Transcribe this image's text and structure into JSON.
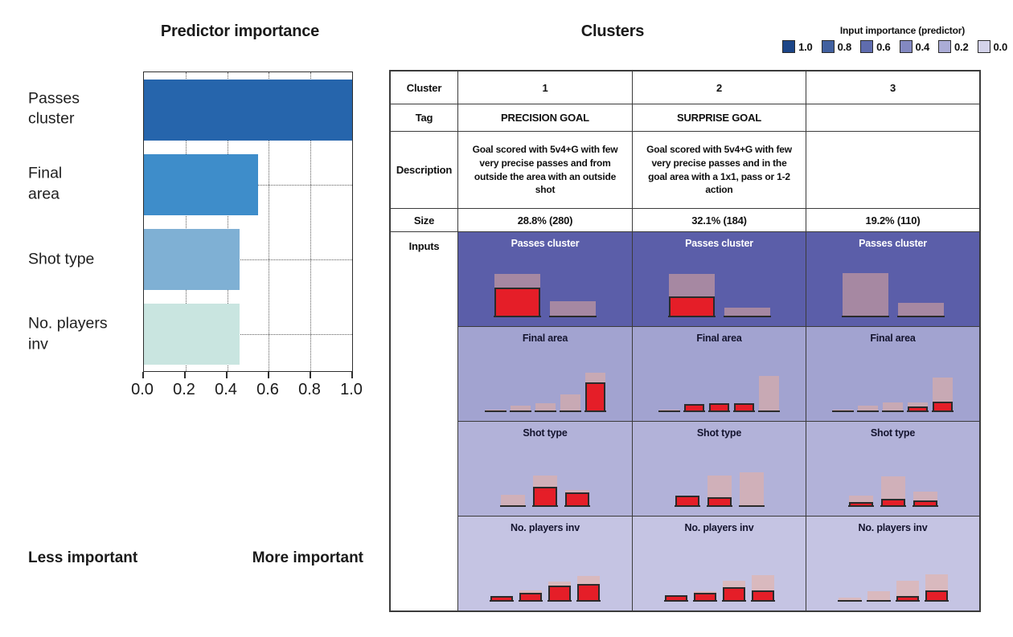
{
  "legend": {
    "title": "Input importance (predictor)",
    "entries": [
      {
        "label": "1.0",
        "color": "#1c4587"
      },
      {
        "label": "0.8",
        "color": "#41609f"
      },
      {
        "label": "0.6",
        "color": "#5f6cae"
      },
      {
        "label": "0.4",
        "color": "#8389c1"
      },
      {
        "label": "0.2",
        "color": "#abacd6"
      },
      {
        "label": "0.0",
        "color": "#d4d3ea"
      }
    ]
  },
  "chart_data": [
    {
      "type": "bar",
      "orientation": "horizontal",
      "title": "Predictor importance",
      "categories": [
        "Passes cluster",
        "Final area",
        "Shot type",
        "No. players inv"
      ],
      "category_label_lines": [
        [
          "Passes",
          "cluster"
        ],
        [
          "Final",
          "area"
        ],
        [
          "Shot type"
        ],
        [
          "No. players",
          "inv"
        ]
      ],
      "values": [
        1.0,
        0.55,
        0.46,
        0.46
      ],
      "bar_colors": [
        "#2665ac",
        "#3e8dca",
        "#7fb0d4",
        "#c9e5e0"
      ],
      "xlim": [
        0,
        1
      ],
      "x_ticks": [
        "0.0",
        "0.2",
        "0.4",
        "0.6",
        "0.8",
        "1.0"
      ],
      "grid": "dotted",
      "footnotes": {
        "left": "Less important",
        "right": "More important"
      }
    },
    {
      "type": "table",
      "title": "Clusters",
      "row_labels": [
        "Cluster",
        "Tag",
        "Description",
        "Size",
        "Inputs"
      ],
      "clusters": [
        {
          "id": "1",
          "tag": "PRECISION GOAL",
          "description": "Goal scored with 5v4+G with few very precise passes and from outside the area with an outside shot",
          "size": "28.8% (280)"
        },
        {
          "id": "2",
          "tag": "SURPRISE GOAL",
          "description": "Goal scored with 5v4+G with few very precise passes and in the goal area with a 1x1, pass or 1-2 action",
          "size": "32.1% (184)"
        },
        {
          "id": "3",
          "tag": "",
          "description": "",
          "size": "19.2% (110)"
        }
      ],
      "input_rows": [
        {
          "predictor": "Passes cluster",
          "importance_background": "#5b5ea9",
          "title_color": "#ffffff",
          "n_categories": 2,
          "overall": [
            [
              0.7,
              0.25
            ],
            [
              0.7,
              0.14
            ],
            [
              0.72,
              0.21
            ]
          ],
          "cluster_values": [
            [
              0.44,
              0
            ],
            [
              0.3,
              0
            ],
            [
              0,
              0
            ]
          ]
        },
        {
          "predictor": "Final area",
          "importance_background": "#a2a3d0",
          "title_color": "#14142e",
          "n_categories": 5,
          "overall": [
            [
              0.01,
              0.08,
              0.12,
              0.27,
              0.63
            ],
            [
              0.01,
              0.04,
              0.05,
              0.05,
              0.58
            ],
            [
              0.01,
              0.08,
              0.13,
              0.14,
              0.56
            ]
          ],
          "cluster_values": [
            [
              0,
              0,
              0,
              0,
              0.44
            ],
            [
              0,
              0.08,
              0.1,
              0.09,
              0
            ],
            [
              0,
              0,
              0,
              0.04,
              0.12
            ]
          ]
        },
        {
          "predictor": "Shot type",
          "importance_background": "#b2b2d9",
          "title_color": "#14142e",
          "n_categories": 3,
          "overall": [
            [
              0.17,
              0.5,
              0.26
            ],
            [
              0.14,
              0.5,
              0.56
            ],
            [
              0.16,
              0.49,
              0.23
            ]
          ],
          "cluster_values": [
            [
              0.01,
              0.29,
              0.19
            ],
            [
              0.13,
              0.11,
              0.01
            ],
            [
              0.03,
              0.08,
              0.05
            ]
          ]
        },
        {
          "predictor": "No. players inv",
          "importance_background": "#c5c4e3",
          "title_color": "#14142e",
          "n_categories": 4,
          "overall": [
            [
              0.02,
              0.16,
              0.31,
              0.4
            ],
            [
              0.04,
              0.15,
              0.33,
              0.42
            ],
            [
              0.04,
              0.15,
              0.32,
              0.43
            ]
          ],
          "cluster_values": [
            [
              0.04,
              0.09,
              0.21,
              0.24
            ],
            [
              0.06,
              0.09,
              0.19,
              0.13
            ],
            [
              0.01,
              0.01,
              0.04,
              0.14
            ]
          ]
        }
      ],
      "bar_style": {
        "overall_color": "rgba(235,175,155,0.52)",
        "cluster_color": "#e51e28",
        "outline_color": "#2b2b2b"
      }
    }
  ]
}
